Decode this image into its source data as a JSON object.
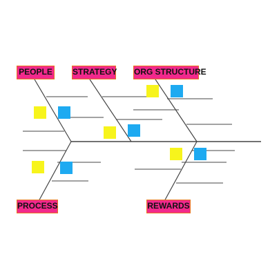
{
  "colors": {
    "line": "#444444",
    "label_fill": "#f2298c",
    "label_border": "#e8741c",
    "note_yellow": "#f7f41c",
    "note_blue": "#1eaaf1"
  },
  "categories": {
    "people": "PEOPLE",
    "strategy": "STRATEGY",
    "org_structure": "ORG STRUCTURE",
    "process": "PROCESS",
    "rewards": "REWARDS"
  },
  "sticky_notes": [
    {
      "color": "yellow"
    },
    {
      "color": "blue"
    },
    {
      "color": "yellow"
    },
    {
      "color": "blue"
    },
    {
      "color": "yellow"
    },
    {
      "color": "blue"
    },
    {
      "color": "yellow"
    },
    {
      "color": "blue"
    },
    {
      "color": "yellow"
    },
    {
      "color": "blue"
    }
  ]
}
